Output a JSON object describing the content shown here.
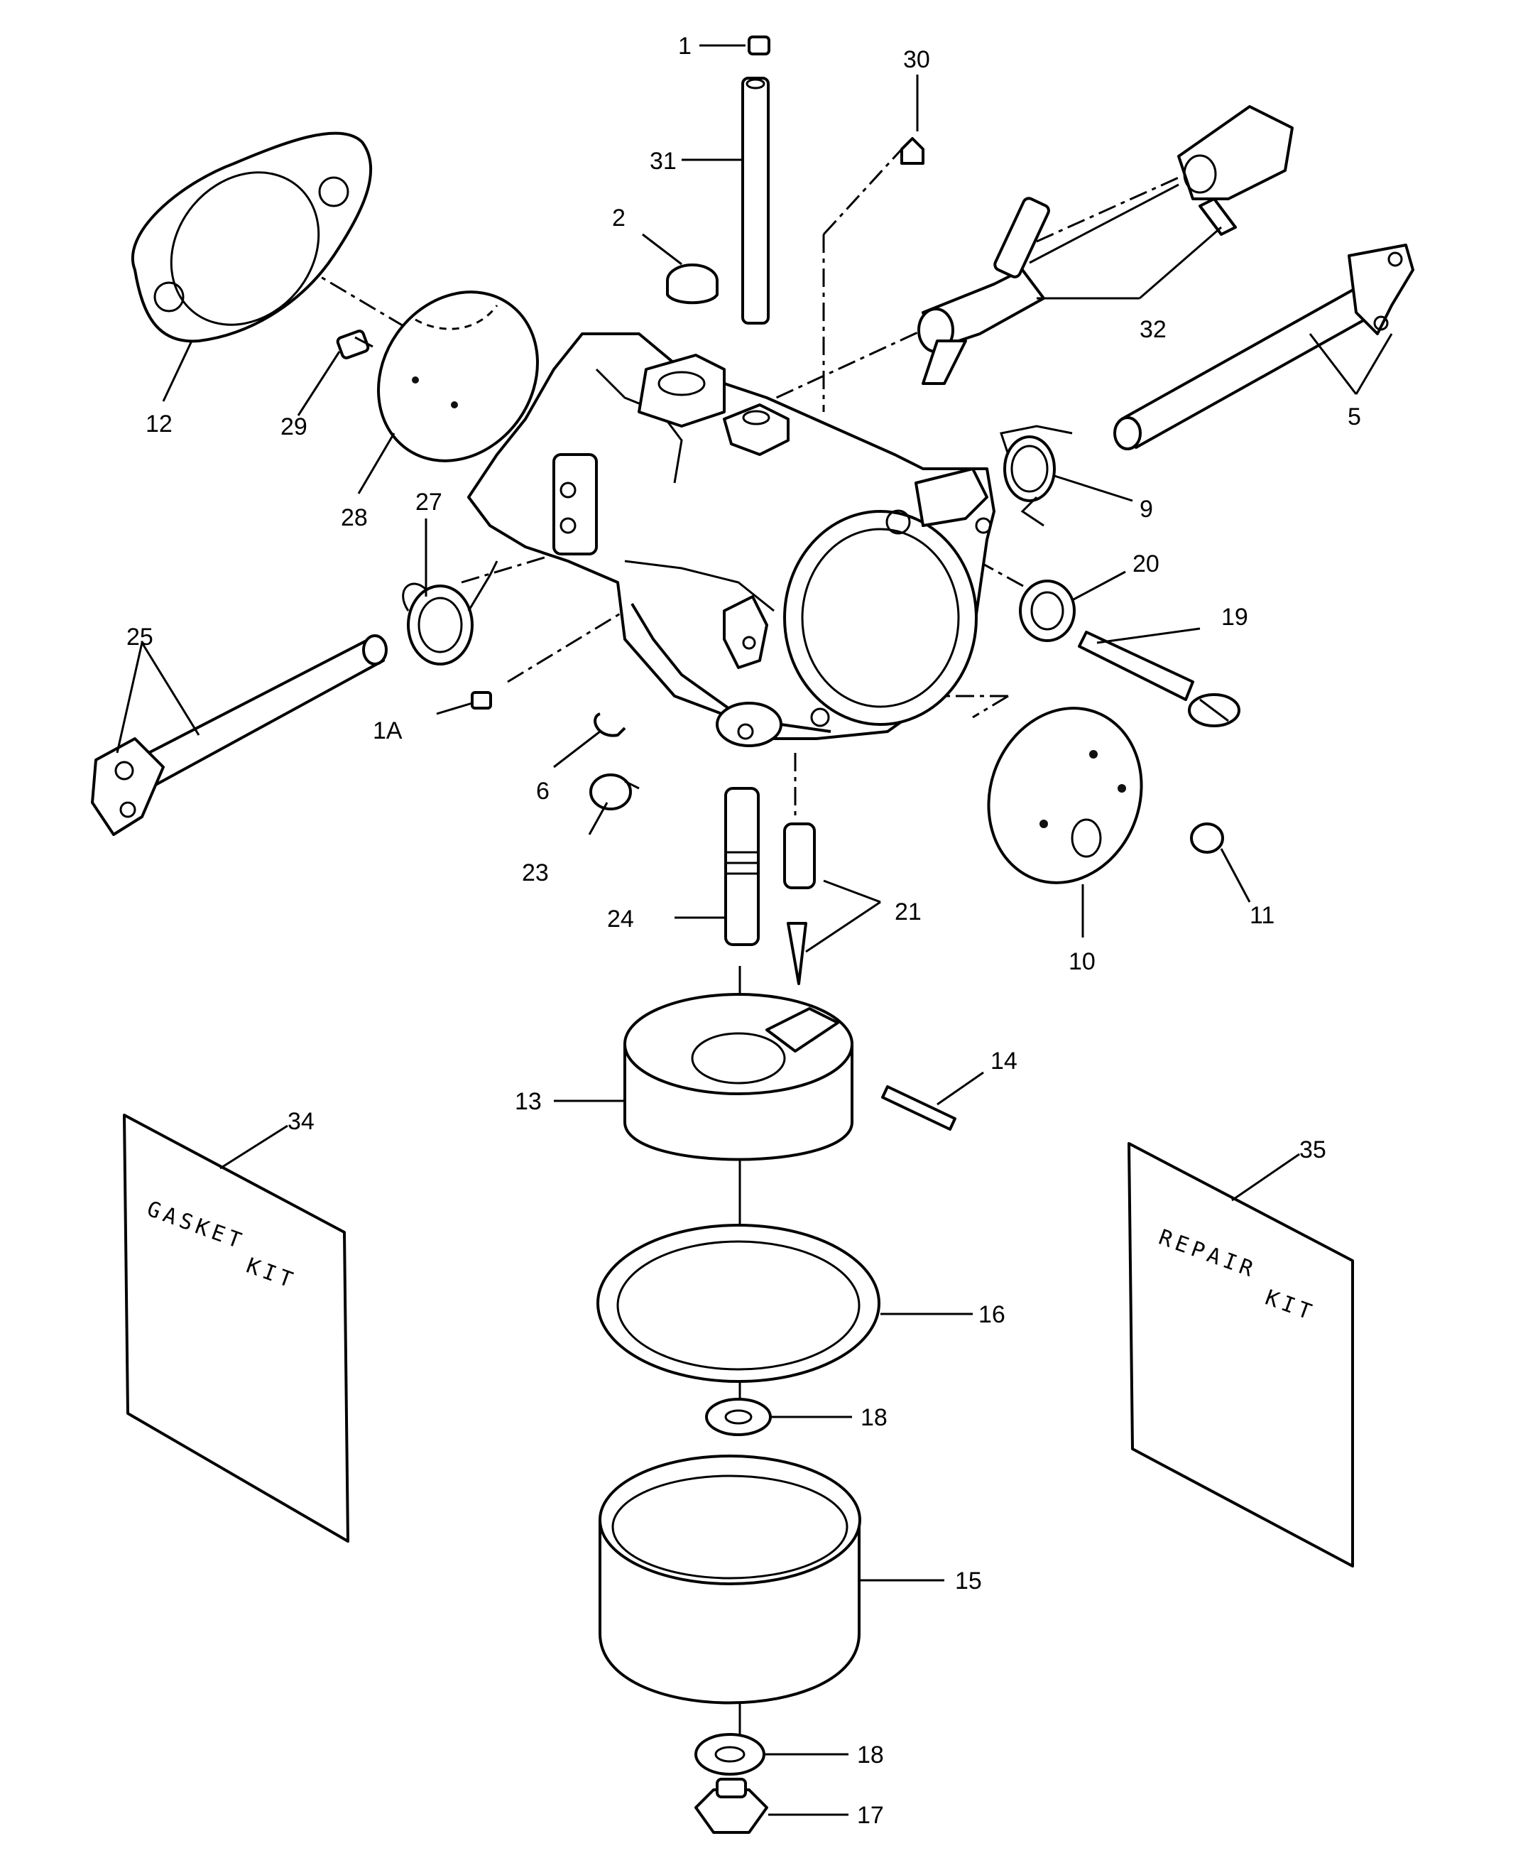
{
  "callouts": [
    {
      "id": "1",
      "text": "1"
    },
    {
      "id": "1A",
      "text": "1A"
    },
    {
      "id": "2",
      "text": "2"
    },
    {
      "id": "5",
      "text": "5"
    },
    {
      "id": "6",
      "text": "6"
    },
    {
      "id": "9",
      "text": "9"
    },
    {
      "id": "10",
      "text": "10"
    },
    {
      "id": "11",
      "text": "11"
    },
    {
      "id": "12",
      "text": "12"
    },
    {
      "id": "13",
      "text": "13"
    },
    {
      "id": "14",
      "text": "14"
    },
    {
      "id": "15",
      "text": "15"
    },
    {
      "id": "16",
      "text": "16"
    },
    {
      "id": "17",
      "text": "17"
    },
    {
      "id": "18a",
      "text": "18"
    },
    {
      "id": "18b",
      "text": "18"
    },
    {
      "id": "19",
      "text": "19"
    },
    {
      "id": "20",
      "text": "20"
    },
    {
      "id": "21",
      "text": "21"
    },
    {
      "id": "23",
      "text": "23"
    },
    {
      "id": "24",
      "text": "24"
    },
    {
      "id": "25",
      "text": "25"
    },
    {
      "id": "27",
      "text": "27"
    },
    {
      "id": "28",
      "text": "28"
    },
    {
      "id": "29",
      "text": "29"
    },
    {
      "id": "30",
      "text": "30"
    },
    {
      "id": "31",
      "text": "31"
    },
    {
      "id": "32",
      "text": "32"
    },
    {
      "id": "34",
      "text": "34"
    },
    {
      "id": "35",
      "text": "35"
    }
  ],
  "kits": {
    "gasket": {
      "line1": "GASKET",
      "line2": "KIT"
    },
    "repair": {
      "line1": "REPAIR",
      "line2": "KIT"
    }
  }
}
